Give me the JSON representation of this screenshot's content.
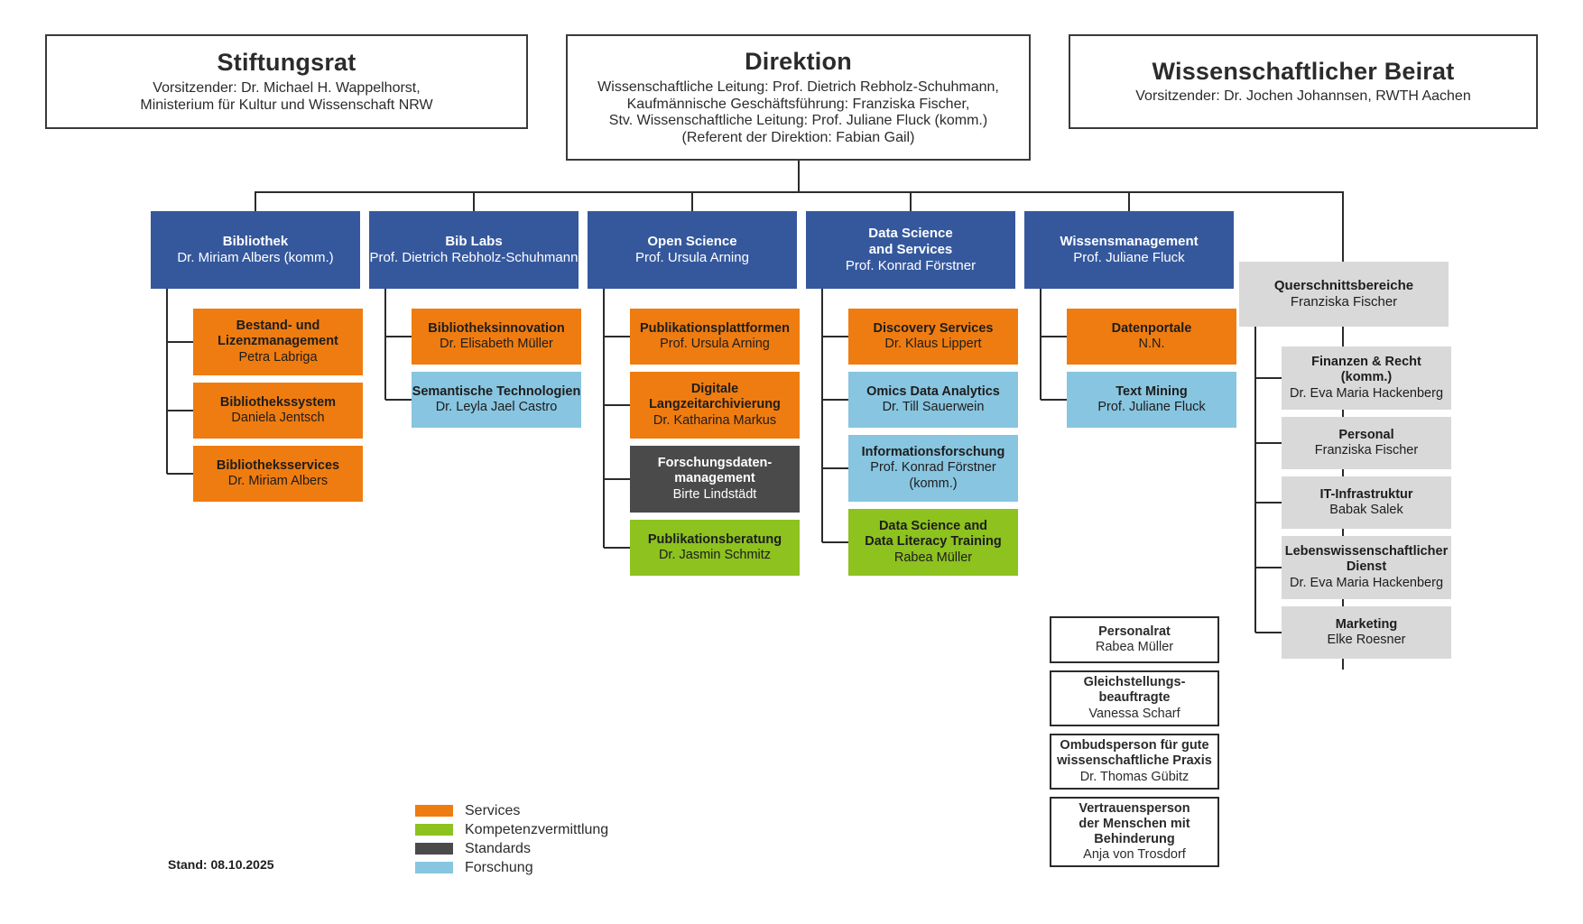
{
  "governance": [
    {
      "name": "stiftungsrat",
      "title": "Stiftungsrat",
      "lines": [
        "Vorsitzender: Dr. Michael H. Wappelhorst,",
        "Ministerium für Kultur und Wissenschaft NRW"
      ]
    },
    {
      "name": "direktion",
      "title": "Direktion",
      "lines": [
        "Wissenschaftliche Leitung: Prof. Dietrich Rebholz-Schuhmann,",
        "Kaufmännische Geschäftsführung:  Franziska Fischer,",
        "Stv. Wissenschaftliche Leitung: Prof. Juliane Fluck (komm.)",
        "(Referent der Direktion: Fabian Gail)"
      ]
    },
    {
      "name": "wissenschaftlicher-beirat",
      "title": "Wissenschaftlicher Beirat",
      "lines": [
        "Vorsitzender: Dr. Jochen Johannsen, RWTH Aachen"
      ]
    }
  ],
  "departments": [
    {
      "name": "bibliothek",
      "title": "Bibliothek",
      "lead": "Dr. Miriam Albers (komm.)",
      "units": [
        {
          "title": "Bestand- und\nLizenzmanagement",
          "lead": "Petra Labriga",
          "category": "services"
        },
        {
          "title": "Bibliothekssystem",
          "lead": "Daniela Jentsch",
          "category": "services"
        },
        {
          "title": "Bibliotheksservices",
          "lead": "Dr. Miriam Albers",
          "category": "services"
        }
      ]
    },
    {
      "name": "bib-labs",
      "title": "Bib Labs",
      "lead": "Prof. Dietrich Rebholz-Schuhmann",
      "units": [
        {
          "title": "Bibliotheksinnovation",
          "lead": "Dr. Elisabeth Müller",
          "category": "services"
        },
        {
          "title": "Semantische Technologien",
          "lead": "Dr. Leyla Jael Castro",
          "category": "forschung"
        }
      ]
    },
    {
      "name": "open-science",
      "title": "Open Science",
      "lead": "Prof. Ursula Arning",
      "units": [
        {
          "title": "Publikationsplattformen",
          "lead": "Prof. Ursula Arning",
          "category": "services"
        },
        {
          "title": "Digitale\nLangzeitarchivierung",
          "lead": "Dr. Katharina Markus",
          "category": "services"
        },
        {
          "title": "Forschungsdaten-\nmanagement",
          "lead": "Birte Lindstädt",
          "category": "standards"
        },
        {
          "title": "Publikationsberatung",
          "lead": "Dr. Jasmin Schmitz",
          "category": "kompetenz"
        }
      ]
    },
    {
      "name": "data-science-and-services",
      "title": "Data Science\nand Services",
      "lead": "Prof. Konrad Förstner",
      "units": [
        {
          "title": "Discovery Services",
          "lead": "Dr. Klaus Lippert",
          "category": "services"
        },
        {
          "title": "Omics Data Analytics",
          "lead": "Dr. Till Sauerwein",
          "category": "forschung"
        },
        {
          "title": "Informationsforschung",
          "lead": "Prof. Konrad Förstner\n(komm.)",
          "category": "forschung"
        },
        {
          "title": "Data Science and\nData Literacy Training",
          "lead": "Rabea Müller",
          "category": "kompetenz"
        }
      ]
    },
    {
      "name": "wissensmanagement",
      "title": "Wissensmanagement",
      "lead": "Prof. Juliane Fluck",
      "units": [
        {
          "title": "Datenportale",
          "lead": "N.N.",
          "category": "services"
        },
        {
          "title": "Text Mining",
          "lead": "Prof. Juliane Fluck",
          "category": "forschung"
        }
      ]
    }
  ],
  "cross_functional": {
    "name": "querschnittsbereiche",
    "title": "Querschnittsbereiche",
    "lead": "Franziska Fischer",
    "units": [
      {
        "title": "Finanzen & Recht\n(komm.)",
        "lead": "Dr. Eva Maria Hackenberg"
      },
      {
        "title": "Personal",
        "lead": "Franziska Fischer"
      },
      {
        "title": "IT-Infrastruktur",
        "lead": "Babak Salek"
      },
      {
        "title": "Lebenswissenschaftlicher\nDienst",
        "lead": "Dr. Eva Maria Hackenberg"
      },
      {
        "title": "Marketing",
        "lead": "Elke Roesner"
      }
    ]
  },
  "representatives": [
    {
      "title": "Personalrat",
      "lead": "Rabea Müller"
    },
    {
      "title": "Gleichstellungs-\nbeauftragte",
      "lead": "Vanessa Scharf"
    },
    {
      "title": "Ombudsperson für gute\nwissenschaftliche Praxis",
      "lead": "Dr. Thomas Gübitz"
    },
    {
      "title": "Vertrauensperson\nder Menschen mit\nBehinderung",
      "lead": "Anja von Trosdorf"
    }
  ],
  "legend": {
    "items": [
      {
        "label": "Services",
        "color": "#ef7c10"
      },
      {
        "label": "Kompetenzvermittlung",
        "color": "#8dc21f"
      },
      {
        "label": "Standards",
        "color": "#4a4a4a"
      },
      {
        "label": "Forschung",
        "color": "#88c5e0"
      }
    ]
  },
  "footer": {
    "stand": "Stand: 08.10.2025"
  },
  "colors": {
    "department_blue": "#35589d",
    "services_orange": "#ef7c10",
    "kompetenz_green": "#8dc21f",
    "standards_dark": "#4a4a4a",
    "forschung_blue": "#88c5e0",
    "crossfunctional_grey": "#d9d9d9",
    "line": "#2b2b2b"
  }
}
